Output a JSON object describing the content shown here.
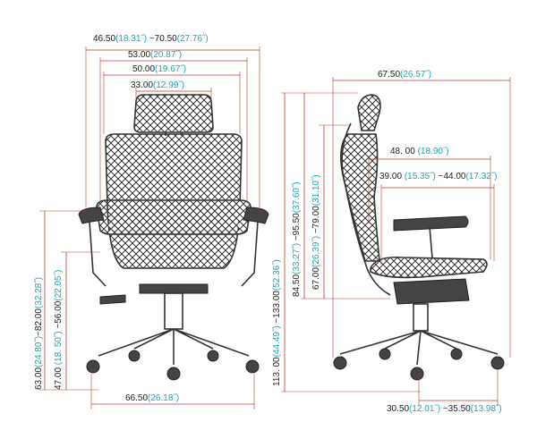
{
  "front_view": {
    "overall_width": {
      "cm": "46.50",
      "in": "(18.31˝)",
      "sep": " ~",
      "cm2": "70.50",
      "in2": "(27.76˝)"
    },
    "arm_outer_width": {
      "cm": "53.00",
      "in": "(20.87˝)"
    },
    "arm_inner_width": {
      "cm": "50.00",
      "in": "(19.67˝)"
    },
    "headrest_width": {
      "cm": "33.00",
      "in": "(12.99˝)"
    },
    "armrest_height": {
      "cm": "63.00",
      "in": "(24.80˝)",
      "sep": "~82.00",
      "in2": "(32.28˝)"
    },
    "seat_height": {
      "cm": "47.00",
      "in": " (18. 50˝)",
      "sep": " ~56.00",
      "in2": "(22.05˝)"
    },
    "base_width": {
      "cm": "66.50",
      "in": "(26.18˝)"
    }
  },
  "side_view": {
    "depth_total": {
      "cm": "67.50",
      "in": "(26.57˝)"
    },
    "armrest_depth": {
      "cm": "48. 00",
      "in": " (18.90˝)"
    },
    "seat_depth": {
      "cm": "39.00",
      "in": " (15.35˝)",
      "sep": " ~44.00",
      "in2": "(17.32˝)"
    },
    "overall_height": {
      "cm": "113. 00",
      "in": "(44.49˝)",
      "sep": " ~133.00",
      "in2": "(52.36˝)"
    },
    "back_height": {
      "cm": "84.50",
      "in": "(33.27˝)",
      "sep": " ~95.50",
      "in2": "(37.60˝)"
    },
    "backrest_height": {
      "cm": "67.00",
      "in": "(26.39˝)",
      "sep": " ~79.00",
      "in2": "(31.10˝)"
    },
    "base_depth": {
      "cm": "30.50",
      "in": "(12.01˝)",
      "sep": " ~35.50",
      "in2": "(13.98˝)"
    }
  },
  "colors": {
    "dimension_line": "#c0392b",
    "inch_text": "#1aa6b7",
    "chair": "#333333"
  }
}
